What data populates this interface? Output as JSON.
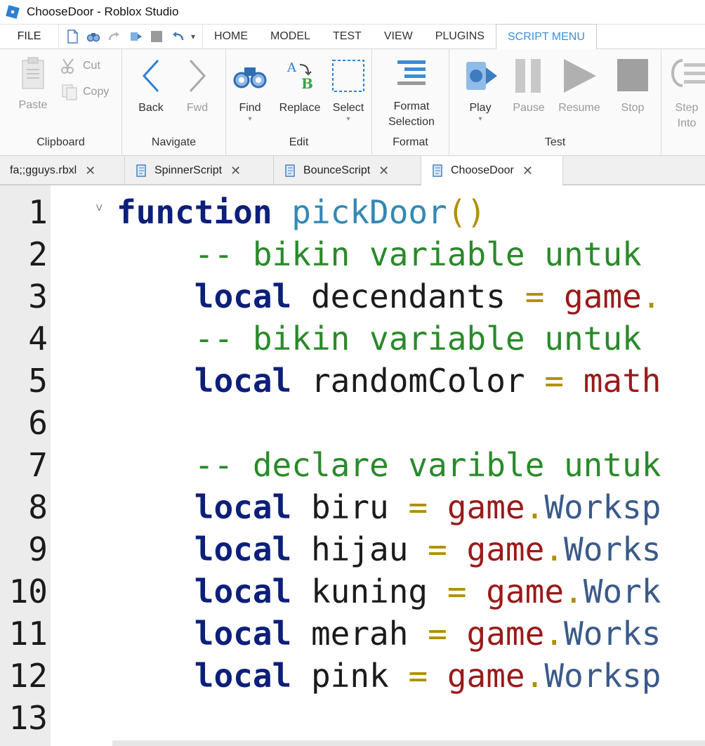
{
  "window": {
    "title": "ChooseDoor - Roblox Studio"
  },
  "menubar": {
    "file_label": "FILE",
    "tabs": [
      "HOME",
      "MODEL",
      "TEST",
      "VIEW",
      "PLUGINS",
      "SCRIPT MENU"
    ],
    "active_tab": "SCRIPT MENU"
  },
  "ribbon": {
    "clipboard": {
      "label": "Clipboard",
      "paste": "Paste",
      "cut": "Cut",
      "copy": "Copy"
    },
    "navigate": {
      "label": "Navigate",
      "back": "Back",
      "fwd": "Fwd"
    },
    "edit": {
      "label": "Edit",
      "find": "Find",
      "replace": "Replace",
      "select": "Select"
    },
    "format": {
      "label": "Format",
      "format_selection_1": "Format",
      "format_selection_2": "Selection"
    },
    "test": {
      "label": "Test",
      "play": "Play",
      "pause": "Pause",
      "resume": "Resume",
      "stop": "Stop",
      "step_into_1": "Step",
      "step_into_2": "Into"
    }
  },
  "doc_tabs": [
    {
      "label": "fa;;gguys.rbxl",
      "active": false
    },
    {
      "label": "SpinnerScript",
      "active": false
    },
    {
      "label": "BounceScript",
      "active": false
    },
    {
      "label": "ChooseDoor",
      "active": true
    }
  ],
  "editor": {
    "line_numbers": [
      "1",
      "2",
      "3",
      "4",
      "5",
      "6",
      "7",
      "8",
      "9",
      "10",
      "11",
      "12",
      "13"
    ],
    "lines": [
      {
        "indent": "",
        "parts": [
          [
            "kw",
            "function"
          ],
          [
            "id",
            " "
          ],
          [
            "fn",
            "pickDoor"
          ],
          [
            "op",
            "()"
          ]
        ]
      },
      {
        "indent": "    ",
        "parts": [
          [
            "cm",
            "-- bikin variable untuk"
          ]
        ]
      },
      {
        "indent": "    ",
        "parts": [
          [
            "kw",
            "local"
          ],
          [
            "id",
            " decendants "
          ],
          [
            "op",
            "="
          ],
          [
            "id",
            " "
          ],
          [
            "gm",
            "game"
          ],
          [
            "op",
            "."
          ]
        ]
      },
      {
        "indent": "    ",
        "parts": [
          [
            "cm",
            "-- bikin variable untuk"
          ]
        ]
      },
      {
        "indent": "    ",
        "parts": [
          [
            "kw",
            "local"
          ],
          [
            "id",
            " randomColor "
          ],
          [
            "op",
            "="
          ],
          [
            "id",
            " "
          ],
          [
            "gm",
            "math"
          ]
        ]
      },
      {
        "indent": "",
        "parts": []
      },
      {
        "indent": "    ",
        "parts": [
          [
            "cm",
            "-- declare varible untuk"
          ]
        ]
      },
      {
        "indent": "    ",
        "parts": [
          [
            "kw",
            "local"
          ],
          [
            "id",
            " biru "
          ],
          [
            "op",
            "="
          ],
          [
            "id",
            " "
          ],
          [
            "gm",
            "game"
          ],
          [
            "op",
            "."
          ],
          [
            "mem",
            "Worksp"
          ]
        ]
      },
      {
        "indent": "    ",
        "parts": [
          [
            "kw",
            "local"
          ],
          [
            "id",
            " hijau "
          ],
          [
            "op",
            "="
          ],
          [
            "id",
            " "
          ],
          [
            "gm",
            "game"
          ],
          [
            "op",
            "."
          ],
          [
            "mem",
            "Works"
          ]
        ]
      },
      {
        "indent": "    ",
        "parts": [
          [
            "kw",
            "local"
          ],
          [
            "id",
            " kuning "
          ],
          [
            "op",
            "="
          ],
          [
            "id",
            " "
          ],
          [
            "gm",
            "game"
          ],
          [
            "op",
            "."
          ],
          [
            "mem",
            "Work"
          ]
        ]
      },
      {
        "indent": "    ",
        "parts": [
          [
            "kw",
            "local"
          ],
          [
            "id",
            " merah "
          ],
          [
            "op",
            "="
          ],
          [
            "id",
            " "
          ],
          [
            "gm",
            "game"
          ],
          [
            "op",
            "."
          ],
          [
            "mem",
            "Works"
          ]
        ]
      },
      {
        "indent": "    ",
        "parts": [
          [
            "kw",
            "local"
          ],
          [
            "id",
            " pink "
          ],
          [
            "op",
            "="
          ],
          [
            "id",
            " "
          ],
          [
            "gm",
            "game"
          ],
          [
            "op",
            "."
          ],
          [
            "mem",
            "Worksp"
          ]
        ]
      },
      {
        "indent": "",
        "parts": []
      }
    ]
  },
  "colors": {
    "accent": "#3c8fd8",
    "keyword": "#0c1f7a",
    "comment": "#2a8a2a",
    "function_name": "#3488b4",
    "global": "#9a1a1a"
  }
}
